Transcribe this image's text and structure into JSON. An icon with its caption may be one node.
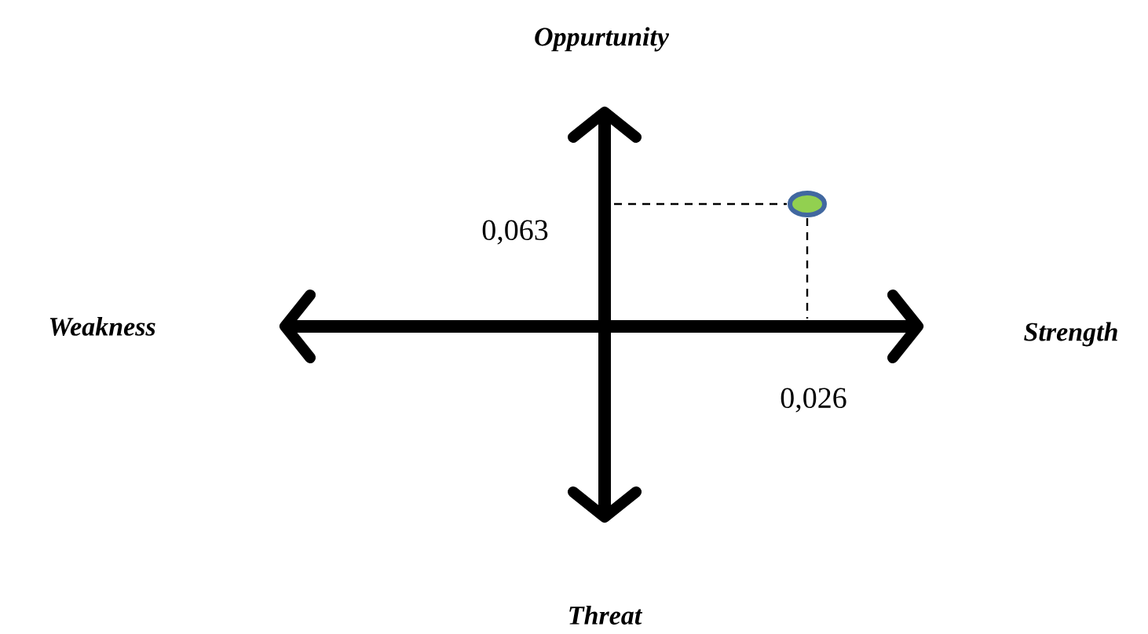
{
  "diagram": {
    "labels": [
      "Oppurtunity",
      "0,063",
      "Weakness",
      "Strength",
      "0,026",
      "Threat"
    ]
  }
}
